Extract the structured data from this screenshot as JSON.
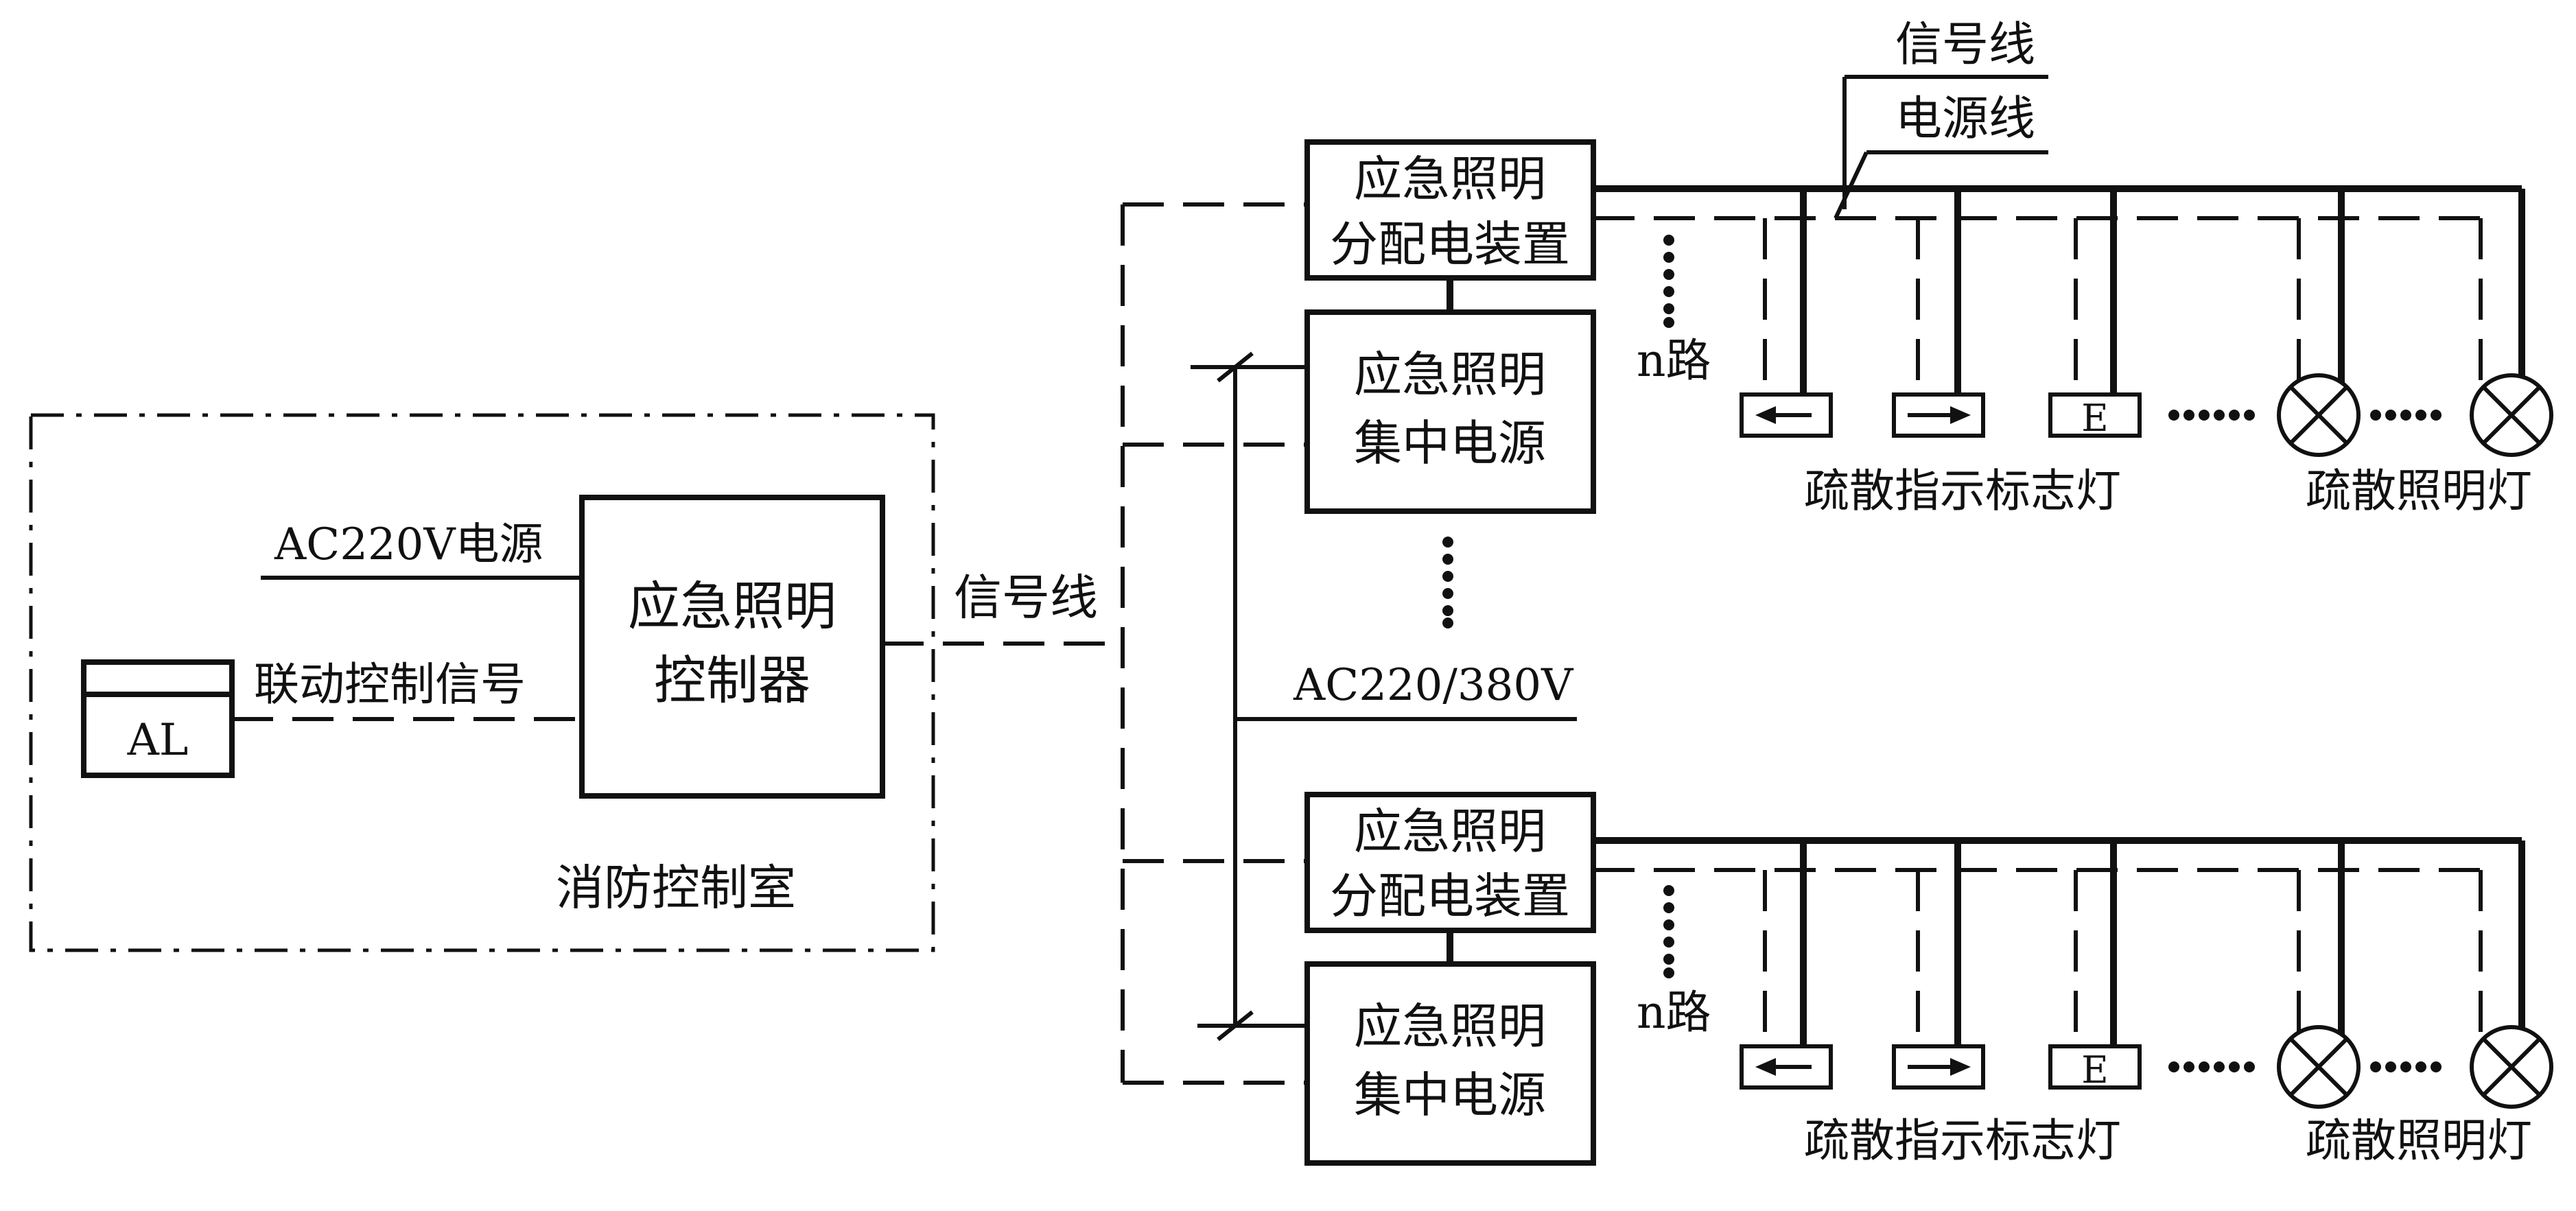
{
  "colors": {
    "ink": "#111111",
    "background": "#ffffff"
  },
  "control_room": {
    "label": "消防控制室",
    "power_label": "AC220V电源",
    "linkage_label": "联动控制信号",
    "al_label": "AL",
    "controller": {
      "line1": "应急照明",
      "line2": "控制器"
    }
  },
  "signal_line_main": "信号线",
  "supply_label": "AC220/380V",
  "legend": {
    "signal": "信号线",
    "power": "电源线"
  },
  "groups": [
    {
      "distribution": {
        "line1": "应急照明",
        "line2": "分配电装置"
      },
      "power_source": {
        "line1": "应急照明",
        "line2": "集中电源"
      },
      "n_label": "n路",
      "exit_sign_icons": [
        "arrow-left-icon",
        "arrow-right-icon",
        "exit-e-icon"
      ],
      "exit_sign_e": "E",
      "exit_sign_label": "疏散指示标志灯",
      "lighting_label": "疏散照明灯"
    },
    {
      "distribution": {
        "line1": "应急照明",
        "line2": "分配电装置"
      },
      "power_source": {
        "line1": "应急照明",
        "line2": "集中电源"
      },
      "n_label": "n路",
      "exit_sign_icons": [
        "arrow-left-icon",
        "arrow-right-icon",
        "exit-e-icon"
      ],
      "exit_sign_e": "E",
      "exit_sign_label": "疏散指示标志灯",
      "lighting_label": "疏散照明灯"
    }
  ]
}
